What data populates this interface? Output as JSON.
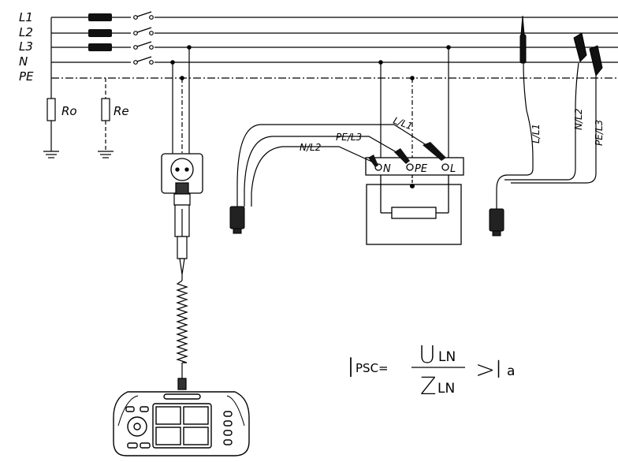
{
  "bus_labels": {
    "l1": "L1",
    "l2": "L2",
    "l3": "L3",
    "n": "N",
    "pe": "PE"
  },
  "resistors": {
    "ro": "Ro",
    "re": "Re"
  },
  "probe_labels_center": {
    "l": "L/L1",
    "pe": "PE/L3",
    "n": "N/L2"
  },
  "terminal_labels": {
    "n": "N",
    "pe": "PE",
    "l": "L"
  },
  "probe_labels_right": {
    "l": "L/L1",
    "n": "N/L2",
    "pe": "PE/L3"
  },
  "formula": {
    "lhs_main": "I",
    "lhs_sub": "PSC=",
    "num_main": "U",
    "num_sub": "LN",
    "den_main": "Z",
    "den_sub": "LN",
    "rhs_op": ">I",
    "rhs_sub": "a"
  },
  "colors": {
    "line": "#000000",
    "background": "#ffffff"
  }
}
